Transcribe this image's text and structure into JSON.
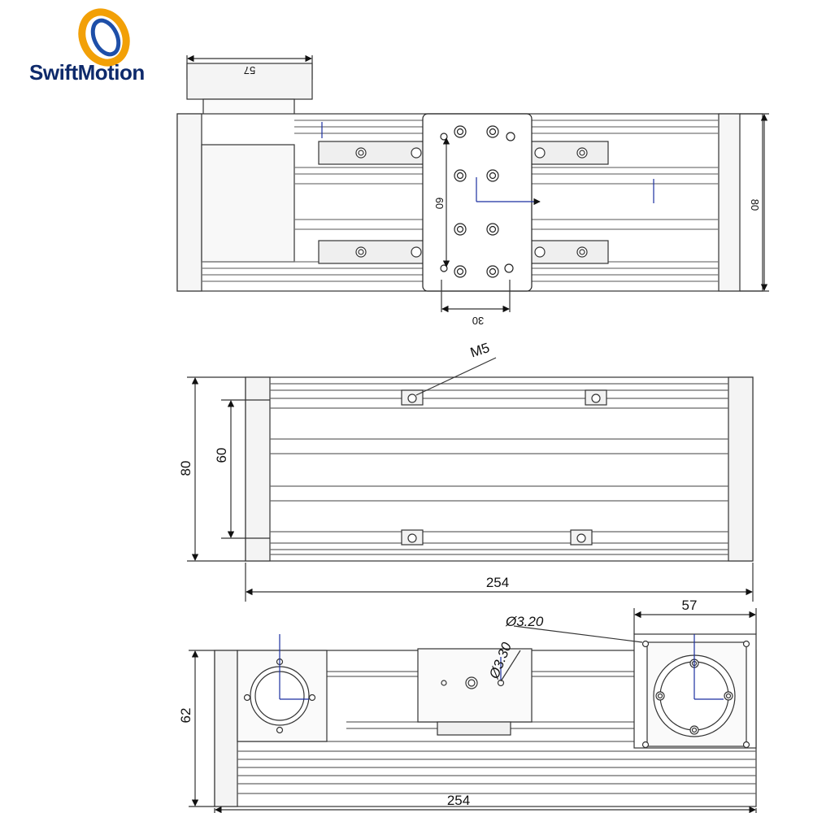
{
  "brand": {
    "name": "SwiftMotion",
    "colors": {
      "ring_outer": "#f2a007",
      "ring_inner": "#1e4fa8",
      "text": "#0e2a6b"
    }
  },
  "top_view": {
    "dims": {
      "motor_width": "57",
      "carriage_hole_spacing_y": "60",
      "carriage_hole_spacing_x": "30",
      "overall_width": "80"
    }
  },
  "middle_view": {
    "dims": {
      "hole_callout": "M5",
      "overall_width": "80",
      "slot_spacing": "60",
      "length": "254"
    }
  },
  "bottom_view": {
    "dims": {
      "motor_flange": "57",
      "hole_dia_1": "Ø3.20",
      "hole_dia_2": "Ø3.30",
      "height": "62",
      "length": "254"
    }
  },
  "drawing_colors": {
    "line": "#333333",
    "fill_light": "#f4f4f4",
    "fill_mid": "#e2e2e2",
    "accent": "#1a2fa0"
  }
}
